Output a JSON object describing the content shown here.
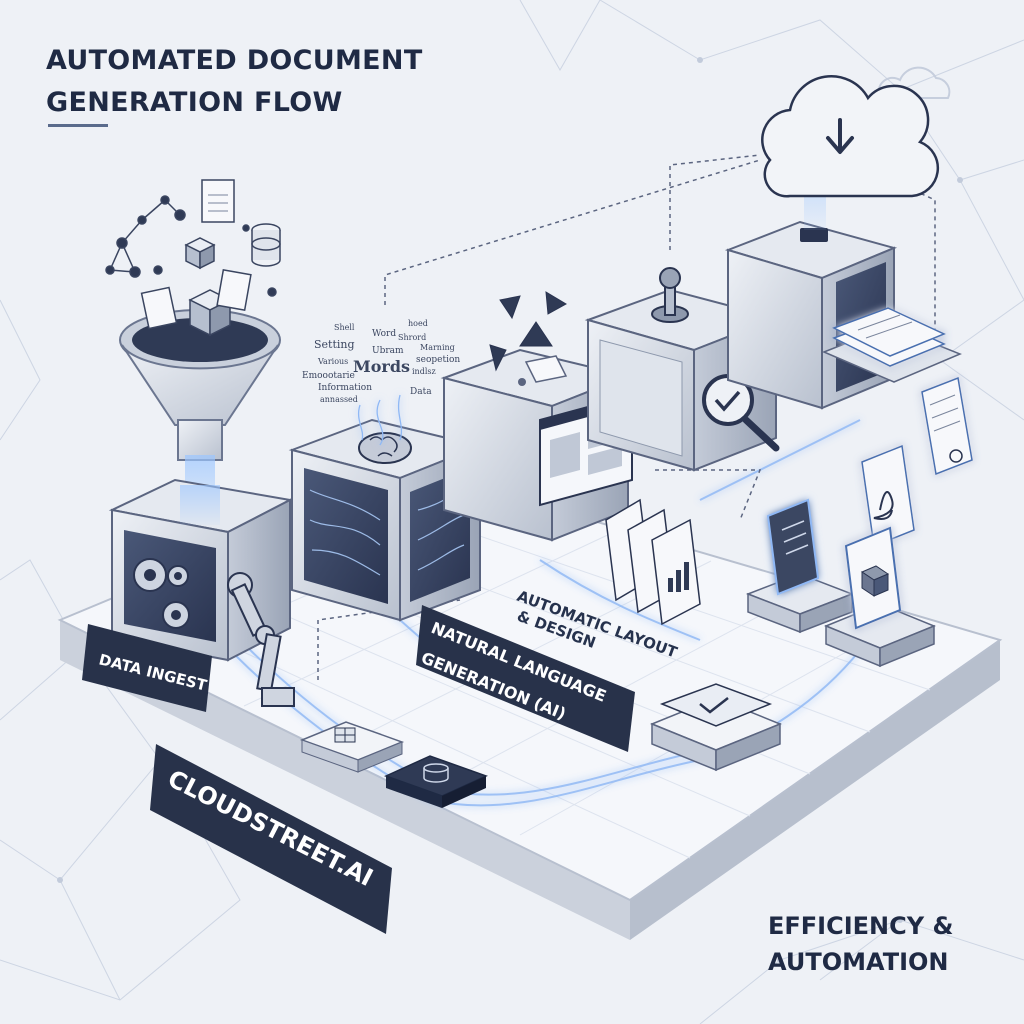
{
  "header": {
    "title_line1": "AUTOMATED DOCUMENT",
    "title_line2": "GENERATION FLOW"
  },
  "footer": {
    "tagline_line1": "EFFICIENCY &",
    "tagline_line2": "AUTOMATION"
  },
  "labels": {
    "data_ingest": "DATA INGEST",
    "nlg_line1": "NATURAL LANGUAGE",
    "nlg_line2": "GENERATION (AI)",
    "layout_line1": "AUTOMATIC LAYOUT",
    "layout_line2": "& DESIGN",
    "brand": "CLOUDSTREET.AI"
  },
  "word_cloud": {
    "w1": "Shell",
    "w2": "Word",
    "w3": "hoed",
    "w4": "Setting",
    "w5": "Ubram",
    "w6": "Marning",
    "w7": "Various",
    "w8": "Mords",
    "w9": "seopetion",
    "w10": "Emoootarie",
    "w11": "Information",
    "w12": "Data",
    "w13": "annassed",
    "w14": "Shrord",
    "w15": "indlsz"
  },
  "colors": {
    "navy": "#1f2a44",
    "label_bg": "#28324a",
    "glow": "#7fb3ff",
    "metal": "#cfd5e0",
    "platform": "#f4f6fa"
  }
}
